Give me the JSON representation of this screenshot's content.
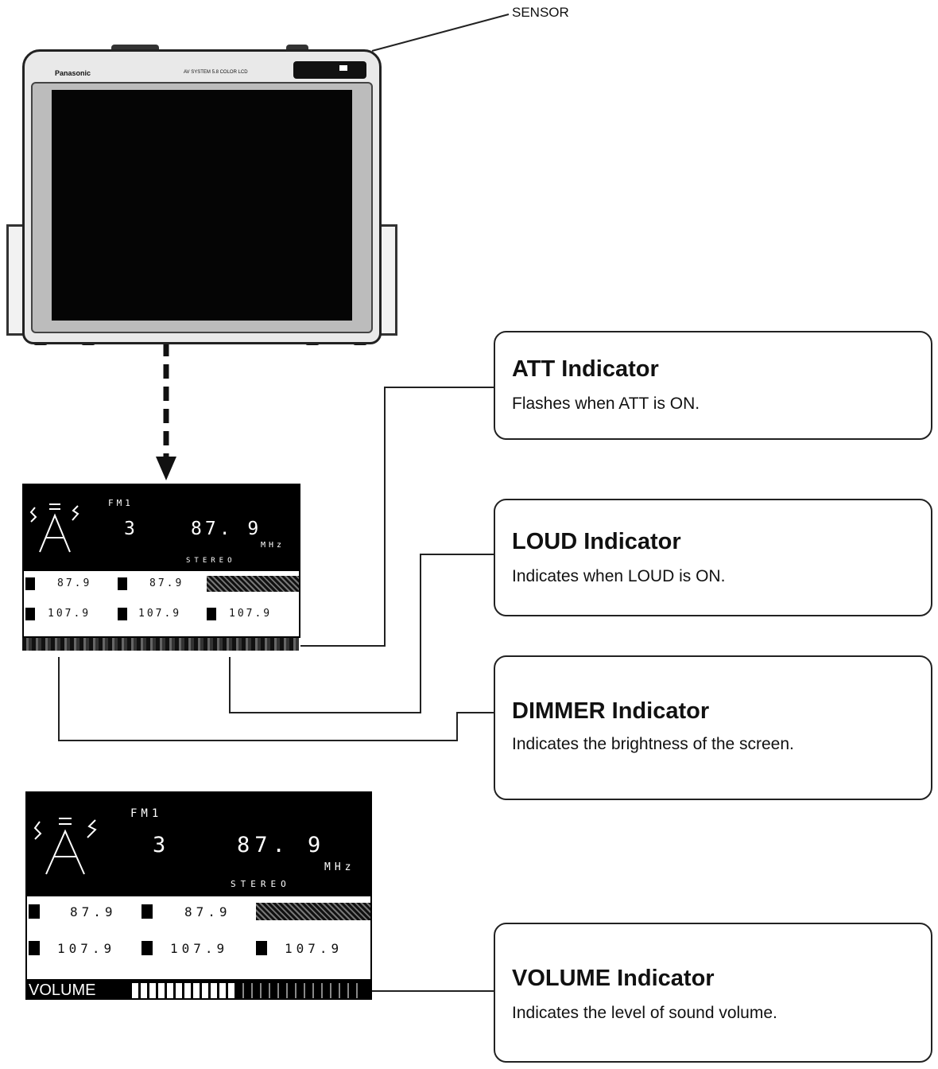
{
  "sensor_label": "SENSOR",
  "device": {
    "brand": "Panasonic",
    "model_line": "AV SYSTEM 5.8 COLOR LCD"
  },
  "lcd": {
    "band": "FM1",
    "preset": "3",
    "frequency": "87. 9",
    "unit": "MHz",
    "stereo": "STEREO",
    "presets_row1": [
      "87.9",
      "87.9"
    ],
    "presets_row2": [
      "107.9",
      "107.9",
      "107.9"
    ]
  },
  "volume_lcd": {
    "label": "VOLUME",
    "level": 0.48
  },
  "callouts": {
    "att": {
      "title": "ATT Indicator",
      "desc": "Flashes when ATT is ON."
    },
    "loud": {
      "title": "LOUD Indicator",
      "desc": "Indicates when LOUD is ON."
    },
    "dimmer": {
      "title": "DIMMER Indicator",
      "desc": "Indicates the brightness of the screen."
    },
    "volume": {
      "title": "VOLUME Indicator",
      "desc": "Indicates the level of sound volume."
    }
  }
}
